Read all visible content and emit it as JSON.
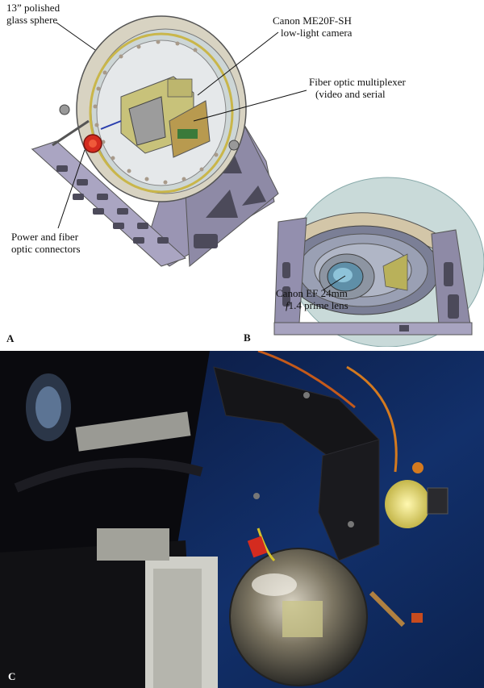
{
  "figure": {
    "panel_a": {
      "letter": "A",
      "callouts": {
        "sphere": [
          "13” polished",
          "glass sphere"
        ],
        "camera": [
          "Canon ME20F-SH",
          "low-light camera"
        ],
        "multiplexer": [
          "Fiber optic multiplexer",
          "(video and serial"
        ],
        "connectors": [
          "Power and fiber",
          "optic connectors"
        ]
      }
    },
    "panel_b": {
      "letter": "B",
      "callouts": {
        "lens": [
          "Canon EF 24mm",
          "1.4 prime lens"
        ],
        "lens_f": "f"
      }
    },
    "panel_c": {
      "letter": "C"
    }
  },
  "colors": {
    "frame": "#8e8aa6",
    "ring": "#cfc9b8",
    "glass": "#c9d9d8",
    "camera": "#c8c27a",
    "connector": "#d42b1f",
    "ocean": "#0b1c45"
  }
}
